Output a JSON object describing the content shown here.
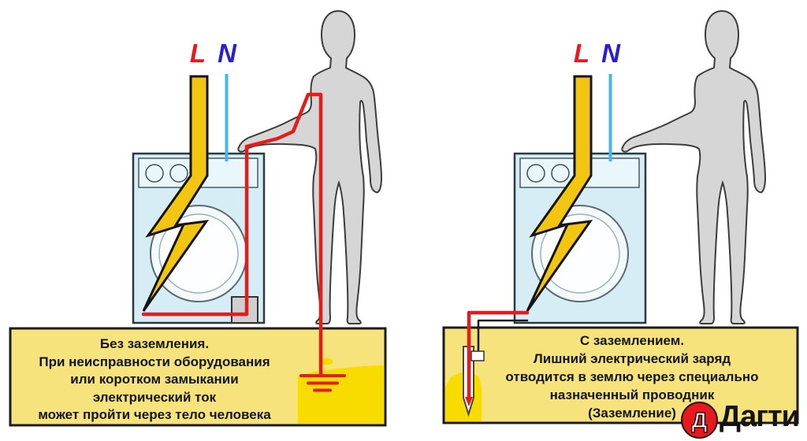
{
  "left_panel": {
    "live_label": "L",
    "neutral_label": "N",
    "caption_title": "Без заземления.",
    "caption_lines": [
      "При неисправности оборудования",
      "или коротком замыкании",
      "электрический ток",
      "может пройти через тело человека"
    ]
  },
  "right_panel": {
    "live_label": "L",
    "neutral_label": "N",
    "caption_title": "С заземлением.",
    "caption_lines": [
      "Лишний электрический заряд",
      "отводится в землю через специально",
      "назначенный проводник",
      "(Заземление)"
    ]
  },
  "logo": {
    "letter": "Д",
    "name": "Дагти"
  },
  "colors": {
    "live_red": "#e8191c",
    "neutral_blue": "#2a1fd0",
    "wire_red": "#e51c1c",
    "wire_blue": "#45b8e8",
    "bolt_yellow": "#f2c511",
    "machine_blue": "#d7edf5",
    "machine_panel": "#e9f6fb",
    "door_white": "#f4fafc",
    "person_gray": "#d6d6d6",
    "box_yellow": "#f6e37b",
    "patch_yellow": "#f8dc00",
    "logo_red": "#e8191c",
    "outline_dark": "#1c1c1c"
  }
}
